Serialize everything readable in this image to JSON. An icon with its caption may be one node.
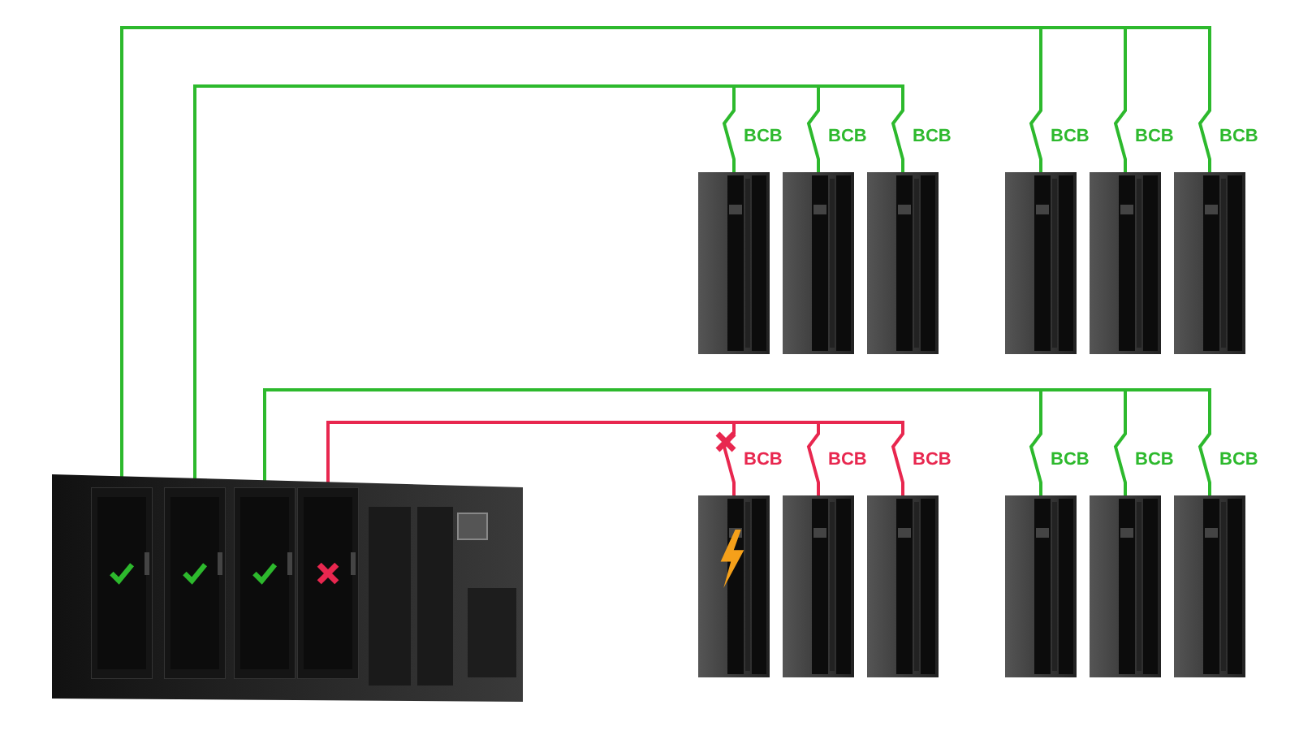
{
  "diagram": {
    "nodes": [
      {
        "text": [],
        "shape": "picture"
      },
      {
        "text": [],
        "shape": "picture",
        "in": 0
      },
      {
        "text": [],
        "shape": "picture",
        "in": 0
      },
      {
        "text": [],
        "shape": "picture",
        "in": 0
      },
      {
        "text": [],
        "shape": "picture",
        "in": 0
      },
      {
        "text": [],
        "shape": "picture",
        "beside": [
          "BCB"
        ]
      },
      {
        "text": [],
        "shape": "picture",
        "beside": [
          "BCB"
        ]
      },
      {
        "text": [],
        "shape": "picture",
        "beside": [
          "BCB"
        ]
      },
      {
        "text": [],
        "shape": "picture",
        "beside": [
          "BCB"
        ]
      },
      {
        "text": [],
        "shape": "picture",
        "beside": [
          "BCB"
        ]
      },
      {
        "text": [],
        "shape": "picture",
        "beside": [
          "BCB"
        ]
      },
      {
        "text": [],
        "shape": "picture",
        "beside": [
          "BCB"
        ]
      },
      {
        "text": [],
        "shape": "picture",
        "beside": [
          "BCB"
        ]
      },
      {
        "text": [],
        "shape": "picture",
        "beside": [
          "BCB"
        ]
      },
      {
        "text": [],
        "shape": "picture",
        "beside": [
          "BCB"
        ]
      },
      {
        "text": [],
        "shape": "picture",
        "beside": [
          "BCB"
        ]
      },
      {
        "text": [],
        "shape": "picture",
        "beside": [
          "BCB"
        ]
      }
    ],
    "edges": [
      {
        "from": 1,
        "to": 8,
        "arrow": "none"
      },
      {
        "from": 1,
        "to": 9,
        "arrow": "none"
      },
      {
        "from": 1,
        "to": 10,
        "arrow": "none"
      },
      {
        "from": 2,
        "to": 5,
        "arrow": "none"
      },
      {
        "from": 2,
        "to": 6,
        "arrow": "none"
      },
      {
        "from": 2,
        "to": 7,
        "arrow": "none"
      },
      {
        "from": 3,
        "to": 14,
        "arrow": "none"
      },
      {
        "from": 3,
        "to": 15,
        "arrow": "none"
      },
      {
        "from": 3,
        "to": 16,
        "arrow": "none"
      },
      {
        "from": 4,
        "to": 11,
        "arrow": "none",
        "color": "#e8274f"
      },
      {
        "from": 4,
        "to": 12,
        "arrow": "none",
        "color": "#e8274f"
      },
      {
        "from": 4,
        "to": 13,
        "arrow": "none",
        "color": "#e8274f"
      }
    ]
  }
}
